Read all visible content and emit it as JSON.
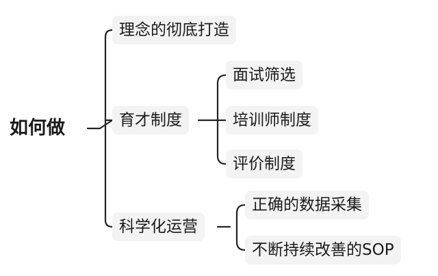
{
  "mindmap": {
    "root": "如何做",
    "branches": [
      {
        "label": "理念的彻底打造",
        "children": []
      },
      {
        "label": "育才制度",
        "children": [
          "面试筛选",
          "培训师制度",
          "评价制度"
        ]
      },
      {
        "label": "科学化运营",
        "children": [
          "正确的数据采集",
          "不断持续改善的SOP"
        ]
      }
    ]
  },
  "style": {
    "node_background": "#f3f3f3",
    "line_color": "#222222",
    "text_color": "#1b1b1b"
  }
}
